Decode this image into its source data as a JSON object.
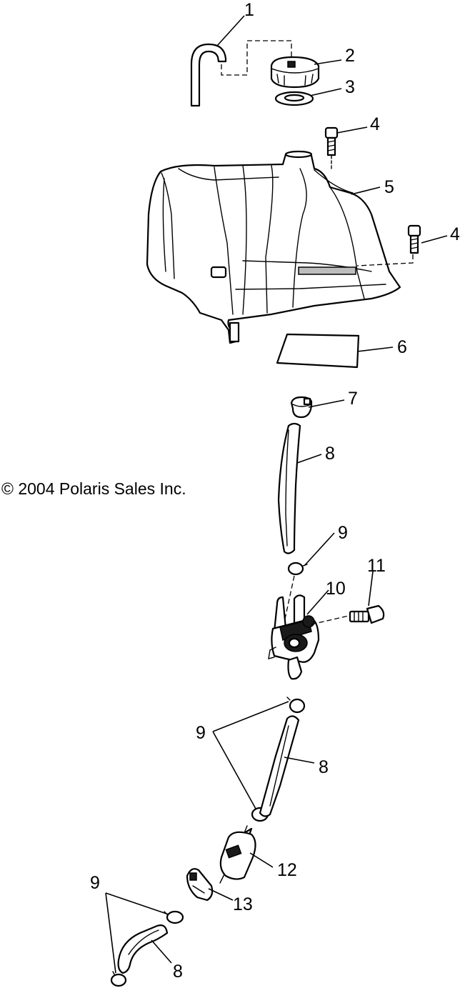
{
  "copyright": "© 2004 Polaris Sales Inc.",
  "callouts": {
    "c1": "1",
    "c2": "2",
    "c3": "3",
    "c4a": "4",
    "c4b": "4",
    "c5": "5",
    "c6": "6",
    "c7": "7",
    "c8a": "8",
    "c9a": "9",
    "c10": "10",
    "c11": "11",
    "c9b": "9",
    "c8b": "8",
    "c12": "12",
    "c13": "13",
    "c9c": "9",
    "c8c": "8"
  }
}
